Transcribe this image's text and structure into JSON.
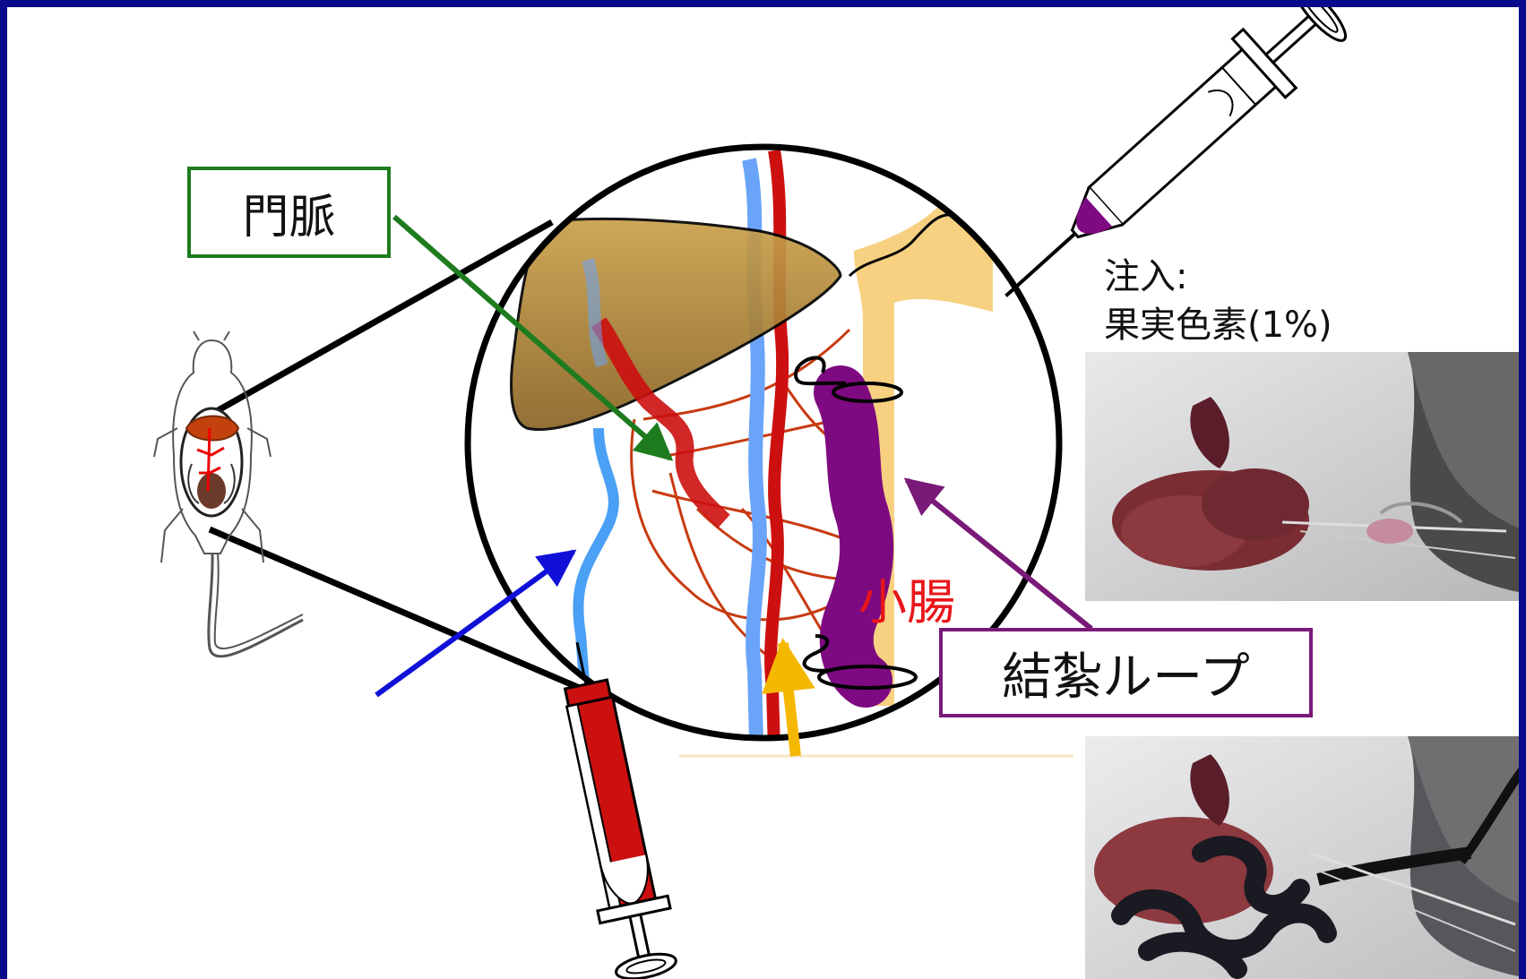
{
  "labels": {
    "portal_vein": "門脈",
    "small_intestine": "小腸",
    "ligation_loop": "結紮ループ"
  },
  "injection": {
    "title": "注入:",
    "substance": "果実色素(1%)"
  },
  "icons": {
    "mouse": "mouse-outline-icon",
    "liver": "liver-icon",
    "syringe_top": "syringe-icon",
    "syringe_bottom": "blood-syringe-icon"
  },
  "colors": {
    "frame": "#0a0a8c",
    "portal_box": "#1e7b1e",
    "loop_box": "#7a1a78",
    "intestine_text": "#e8161a",
    "artery": "#cc1010",
    "vein": "#5aa0f0",
    "intestine": "#7d0a80",
    "liver": "#b8903c",
    "pancreas": "#f7cf7a"
  }
}
